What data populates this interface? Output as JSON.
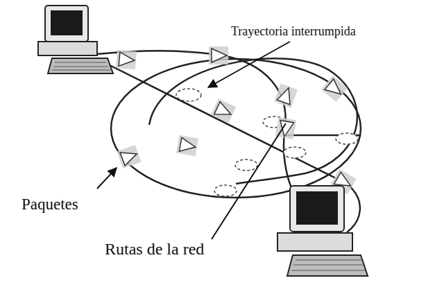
{
  "diagram": {
    "labels": [
      "Trayectoria interrumpida",
      "Paquetes",
      "Rutas de la red"
    ]
  }
}
